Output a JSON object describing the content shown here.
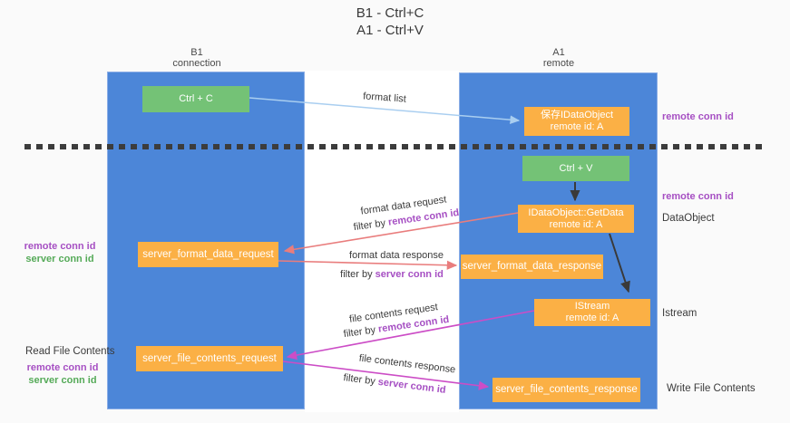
{
  "title": {
    "line1": "B1 - Ctrl+C",
    "line2": "A1 - Ctrl+V"
  },
  "lifelines": {
    "left": {
      "name": "B1",
      "role": "connection"
    },
    "right": {
      "name": "A1",
      "role": "remote"
    }
  },
  "boxes": {
    "ctrl_c": {
      "label": "Ctrl + C"
    },
    "save_idataobject": {
      "line1": "保存IDataObject",
      "line2": "remote id: A"
    },
    "ctrl_v": {
      "label": "Ctrl + V"
    },
    "getdata": {
      "line1": "IDataObject::GetData",
      "line2": "remote id: A"
    },
    "server_format_data_request": {
      "label": "server_format_data_request"
    },
    "server_format_data_response": {
      "label": "server_format_data_response"
    },
    "istream": {
      "line1": "IStream",
      "line2": "remote id: A"
    },
    "server_file_contents_request": {
      "label": "server_file_contents_request"
    },
    "server_file_contents_response": {
      "label": "server_file_contents_response"
    }
  },
  "flow_labels": {
    "format_list": "format list",
    "format_data_request": "format data request",
    "format_data_request_filter": {
      "prefix": "filter by",
      "id": "remote conn id"
    },
    "format_data_response": "format data response",
    "format_data_response_filter": {
      "prefix": "filter by",
      "id": "server conn id"
    },
    "file_contents_request": "file contents request",
    "file_contents_request_filter": {
      "prefix": "filter by",
      "id": "remote conn id"
    },
    "file_contents_response": "file contents response",
    "file_contents_response_filter": {
      "prefix": "filter by",
      "id": "server conn id"
    }
  },
  "side_labels": {
    "right_remote_conn_id_top": "remote conn id",
    "right_remote_conn_id_mid": "remote conn id",
    "dataobject": "DataObject",
    "istream": "Istream",
    "write_file_contents": "Write File Contents",
    "left_remote_conn_id_mid": "remote conn id",
    "left_server_conn_id_mid": "server conn id",
    "read_file_contents": "Read File Contents",
    "left_remote_conn_id_bottom": "remote conn id",
    "left_server_conn_id_bottom": "server conn id"
  },
  "colors": {
    "lifeline_blue": "#4C86D8",
    "action_green": "#74C276",
    "message_orange": "#FBB045",
    "arrow_light_blue": "#A9CEF0",
    "arrow_salmon": "#E97D7D",
    "arrow_magenta": "#CC4DC6",
    "arrow_black": "#3A3A3A",
    "conn_id_purple": "#A64FC3",
    "conn_id_green": "#55AA58"
  }
}
